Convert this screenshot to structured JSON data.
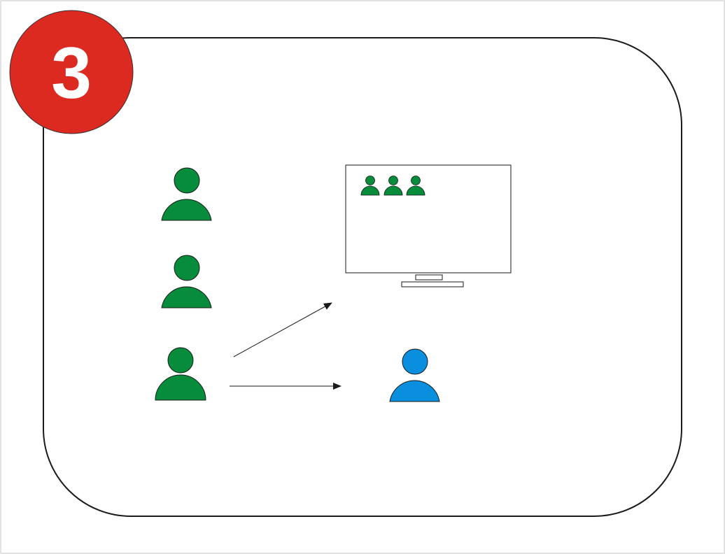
{
  "step_badge": {
    "number": "3",
    "color": "#dc2a20",
    "text_color": "#ffffff"
  },
  "colors": {
    "participant": "#068c3a",
    "recipient": "#0a8fde",
    "outline": "#1a1a1a",
    "frame_border": "#d9d9d9"
  },
  "icons": {
    "participants": [
      "person-icon",
      "person-icon",
      "person-icon"
    ],
    "screen": "monitor-icon",
    "screen_people": [
      "person-icon",
      "person-icon",
      "person-icon"
    ],
    "recipient": "person-icon",
    "arrows": [
      "arrow-to-screen",
      "arrow-to-recipient"
    ]
  }
}
